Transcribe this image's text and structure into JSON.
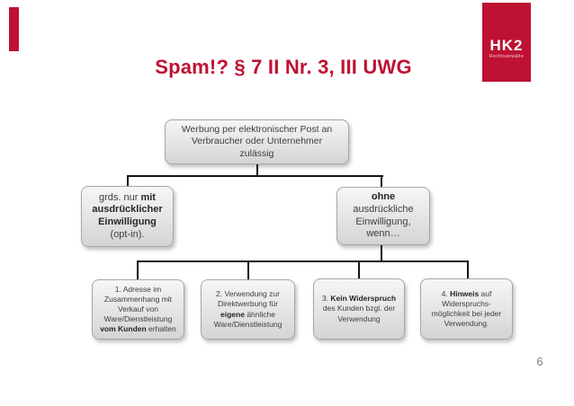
{
  "slide": {
    "title": "Spam!? § 7 II Nr. 3, III UWG",
    "page_number": "6",
    "logo": {
      "text": "HK2",
      "subtext": "Rechtsanwälte"
    },
    "colors": {
      "brand_red": "#BE1233",
      "box_border": "#A6A6A6",
      "box_fill_top": "#F6F6F6",
      "box_fill_bottom": "#D4D4D4",
      "box_text": "#3E3E3E",
      "connector": "#151515",
      "page_number_gray": "#808080"
    }
  },
  "diagram": {
    "boxes": [
      {
        "id": "root",
        "lines": [
          [
            {
              "t": "Werbung per elektronischer Post an"
            }
          ],
          [
            {
              "t": "Verbraucher oder Unternehmer"
            }
          ],
          [
            {
              "t": "zulässig"
            }
          ]
        ]
      },
      {
        "id": "optin",
        "lines": [
          [
            {
              "t": "grds. nur "
            },
            {
              "t": "mit",
              "b": true
            }
          ],
          [
            {
              "t": "ausdrücklicher",
              "b": true
            }
          ],
          [
            {
              "t": "Einwilligung",
              "b": true
            }
          ],
          [
            {
              "t": "(opt-in)."
            }
          ]
        ]
      },
      {
        "id": "ohne",
        "lines": [
          [
            {
              "t": "ohne",
              "b": true
            }
          ],
          [
            {
              "t": "ausdrückliche"
            }
          ],
          [
            {
              "t": "Einwilligung,"
            }
          ],
          [
            {
              "t": "wenn…"
            }
          ]
        ]
      },
      {
        "id": "n1",
        "lines": [
          [
            {
              "t": "1. Adresse im"
            }
          ],
          [
            {
              "t": "Zusammenhang mit"
            }
          ],
          [
            {
              "t": "Verkauf von"
            }
          ],
          [
            {
              "t": "Ware/Dienstleistung"
            }
          ],
          [
            {
              "t": "vom Kunden",
              "b": true
            },
            {
              "t": " erhalten"
            }
          ]
        ]
      },
      {
        "id": "n2",
        "lines": [
          [
            {
              "t": "2. Verwendung zur"
            }
          ],
          [
            {
              "t": "Direktwerbung für"
            }
          ],
          [
            {
              "t": "eigene",
              "b": true
            },
            {
              "t": " ähnliche"
            }
          ],
          [
            {
              "t": "Ware/Dienstleistung"
            }
          ]
        ]
      },
      {
        "id": "n3",
        "lines": [
          [
            {
              "t": "3. "
            },
            {
              "t": "Kein Widerspruch",
              "b": true
            }
          ],
          [
            {
              "t": "des Kunden bzgl. der"
            }
          ],
          [
            {
              "t": "Verwendung"
            }
          ]
        ]
      },
      {
        "id": "n4",
        "lines": [
          [
            {
              "t": "4. "
            },
            {
              "t": "Hinweis",
              "b": true
            },
            {
              "t": " auf"
            }
          ],
          [
            {
              "t": "Widerspruchs-"
            }
          ],
          [
            {
              "t": "möglichkeit bei jeder"
            }
          ],
          [
            {
              "t": "Verwendung."
            }
          ]
        ]
      }
    ]
  }
}
